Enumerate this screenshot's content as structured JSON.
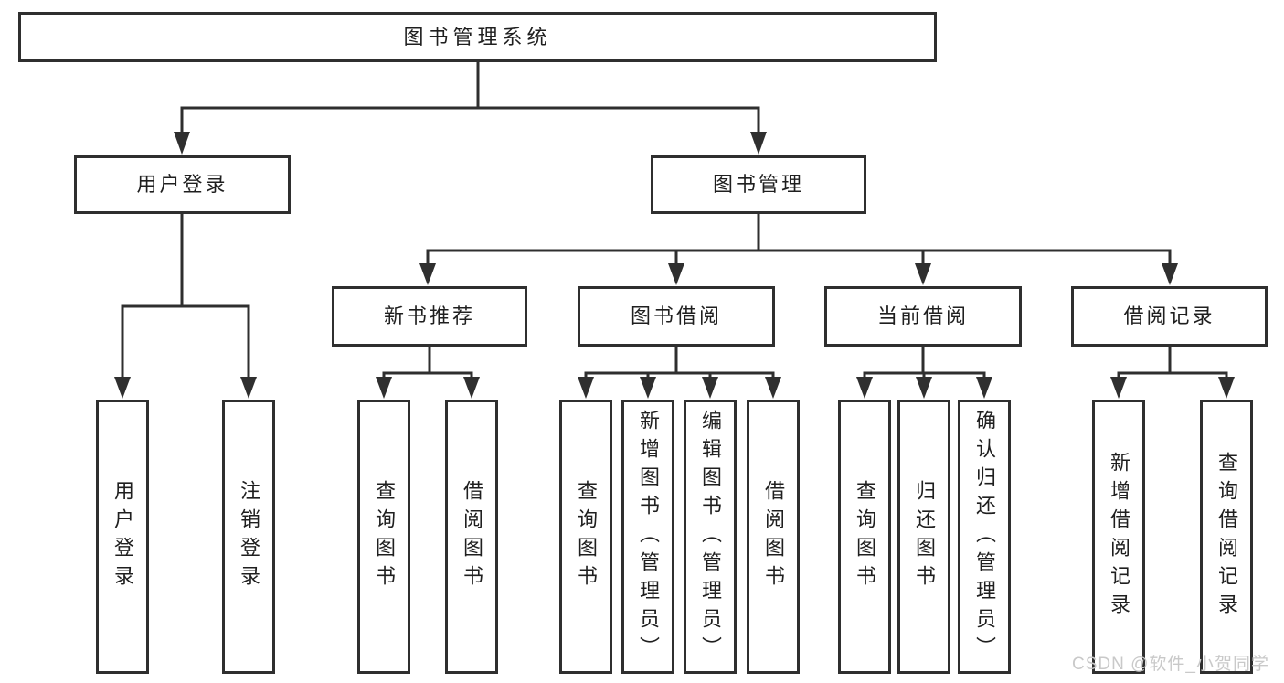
{
  "diagram": {
    "type": "tree",
    "root": {
      "label": "图书管理系统"
    },
    "branches": [
      {
        "label": "用户登录",
        "children": [
          {
            "label": "用户登录"
          },
          {
            "label": "注销登录"
          }
        ]
      },
      {
        "label": "图书管理",
        "children": [
          {
            "label": "新书推荐",
            "children": [
              {
                "label": "查询图书"
              },
              {
                "label": "借阅图书"
              }
            ]
          },
          {
            "label": "图书借阅",
            "children": [
              {
                "label": "查询图书"
              },
              {
                "label": "新增图书（管理员）"
              },
              {
                "label": "编辑图书（管理员）"
              },
              {
                "label": "借阅图书"
              }
            ]
          },
          {
            "label": "当前借阅",
            "children": [
              {
                "label": "查询图书"
              },
              {
                "label": "归还图书"
              },
              {
                "label": "确认归还（管理员）"
              }
            ]
          },
          {
            "label": "借阅记录",
            "children": [
              {
                "label": "新增借阅记录"
              },
              {
                "label": "查询借阅记录"
              }
            ]
          }
        ]
      }
    ]
  },
  "watermark": {
    "text": "CSDN @软件_小贺同学",
    "color": "#c9c9c9"
  },
  "colors": {
    "line": "#2f2f2f",
    "text": "#1f1f1f",
    "background": "#ffffff"
  }
}
